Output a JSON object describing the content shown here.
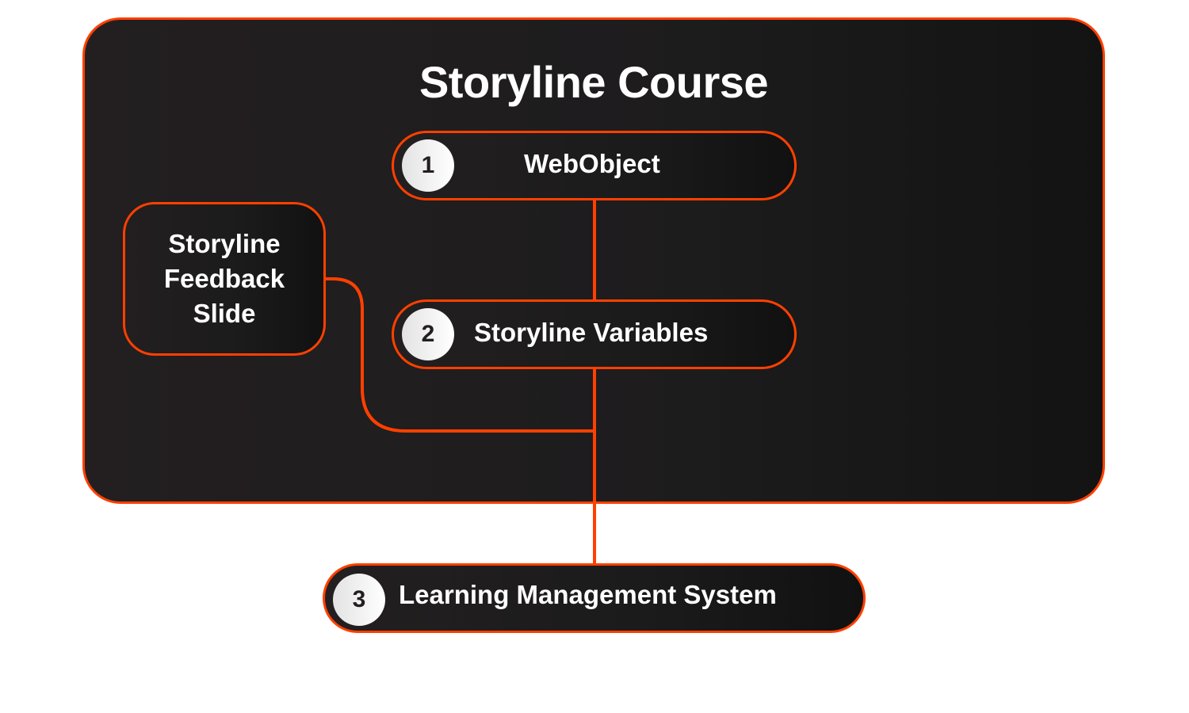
{
  "title": "Storyline Course",
  "steps": [
    {
      "number": "1",
      "label": "WebObject"
    },
    {
      "number": "2",
      "label": "Storyline Variables"
    },
    {
      "number": "3",
      "label": "Learning Management System"
    }
  ],
  "side_box": {
    "label": "Storyline Feedback Slide"
  },
  "colors": {
    "accent": "#ff4000",
    "background_dark": "#231f20",
    "text": "#ffffff",
    "badge": "#ffffff"
  }
}
